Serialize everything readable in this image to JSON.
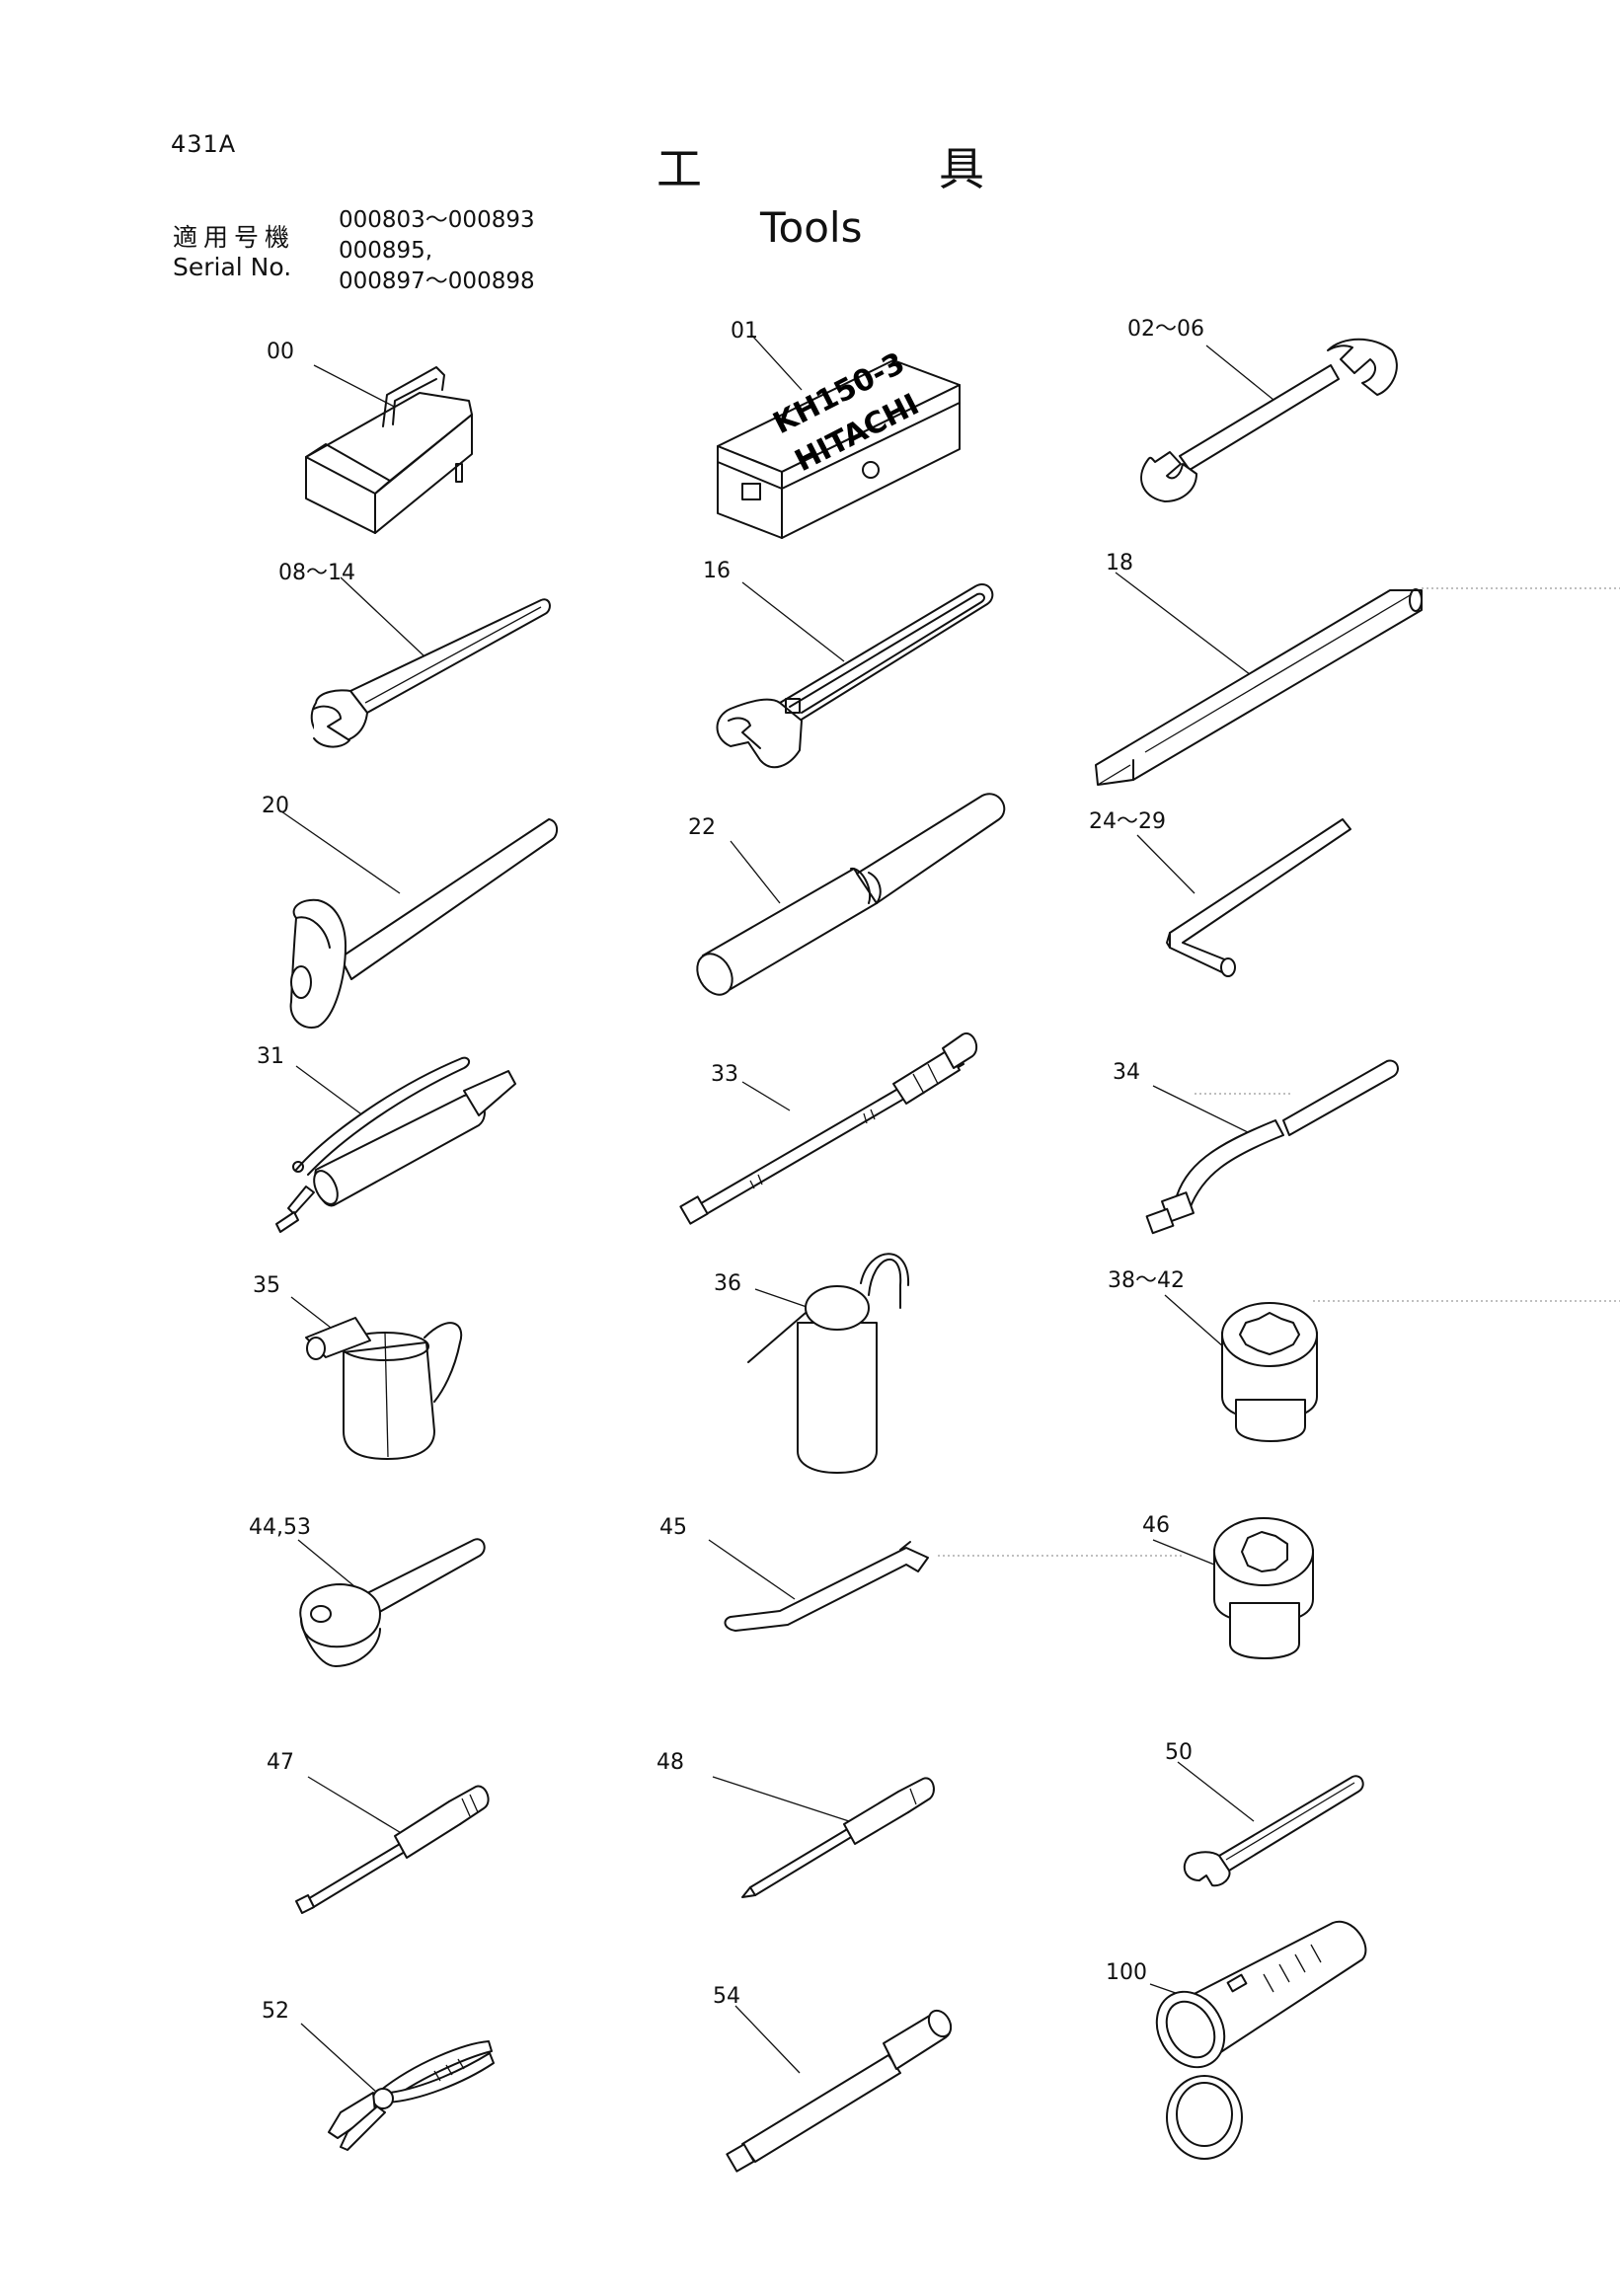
{
  "header": {
    "page_code": "431A",
    "title_jp": "工具",
    "title_en": "Tools",
    "serial_label_jp": "適用号機",
    "serial_label_en": "Serial No.",
    "serial_ranges": [
      "000803～000893",
      "000895,",
      "000897～000898"
    ]
  },
  "items": [
    {
      "label": "00",
      "icon": "toolbox-icon"
    },
    {
      "label": "01",
      "icon": "tool-case-icon",
      "case_text": [
        "KH150-3",
        "HITACHI"
      ]
    },
    {
      "label": "02～06",
      "icon": "double-open-wrench-icon"
    },
    {
      "label": "08～14",
      "icon": "single-open-wrench-icon"
    },
    {
      "label": "16",
      "icon": "adjustable-wrench-icon"
    },
    {
      "label": "18",
      "icon": "pry-bar-icon"
    },
    {
      "label": "20",
      "icon": "hammer-icon"
    },
    {
      "label": "22",
      "icon": "extension-pipe-icon"
    },
    {
      "label": "24～29",
      "icon": "hex-key-icon"
    },
    {
      "label": "31",
      "icon": "grease-gun-icon"
    },
    {
      "label": "33",
      "icon": "grease-hose-icon"
    },
    {
      "label": "34",
      "icon": "bent-nozzle-icon"
    },
    {
      "label": "35",
      "icon": "oil-jug-icon"
    },
    {
      "label": "36",
      "icon": "oil-can-icon"
    },
    {
      "label": "38～42",
      "icon": "socket-icon"
    },
    {
      "label": "44,53",
      "icon": "ratchet-handle-icon"
    },
    {
      "label": "45",
      "icon": "bent-bar-icon"
    },
    {
      "label": "46",
      "icon": "large-socket-icon"
    },
    {
      "label": "47",
      "icon": "flat-screwdriver-icon"
    },
    {
      "label": "48",
      "icon": "phillips-screwdriver-icon"
    },
    {
      "label": "50",
      "icon": "small-adjustable-wrench-icon"
    },
    {
      "label": "52",
      "icon": "pliers-icon"
    },
    {
      "label": "54",
      "icon": "socket-extension-icon"
    },
    {
      "label": "100",
      "icon": "flashlight-icon"
    }
  ]
}
